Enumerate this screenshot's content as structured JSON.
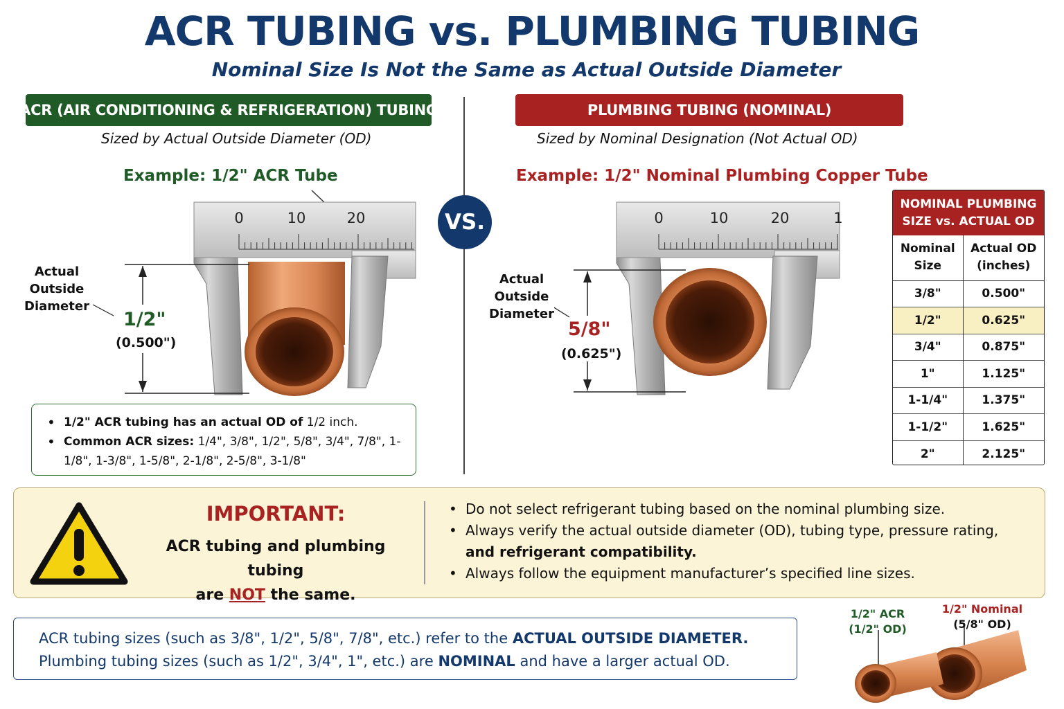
{
  "title": "ACR TUBING vs. PLUMBING TUBING",
  "subtitle": "Nominal Size Is Not the Same as Actual Outside Diameter",
  "vs_label": "VS.",
  "left": {
    "header": "ACR (AIR CONDITIONING & REFRIGERATION) TUBING",
    "sized_by": "Sized by Actual Outside Diameter (OD)",
    "example": "Example: 1/2\" ACR Tube",
    "od_label": [
      "Actual",
      "Outside",
      "Diameter"
    ],
    "size_main": "1/2\"",
    "size_decimal": "(0.500\")",
    "ruler_ticks": [
      "0",
      "10",
      "20"
    ],
    "bullets": [
      {
        "bold": "1/2\" ACR tubing has an actual OD of",
        "text": " 1/2 inch."
      },
      {
        "bold": "Common ACR sizes:",
        "text": " 1/4\", 3/8\", 1/2\", 5/8\", 3/4\", 7/8\", 1-1/8\", 1-3/8\", 1-5/8\", 2-1/8\", 2-5/8\", 3-1/8\""
      }
    ],
    "accent": "#1f5a27"
  },
  "right": {
    "header": "PLUMBING TUBING (NOMINAL)",
    "sized_by": "Sized by Nominal Designation (Not Actual OD)",
    "example": "Example: 1/2\" Nominal Plumbing Copper Tube",
    "od_label": [
      "Actual",
      "Outside",
      "Diameter"
    ],
    "size_main": "5/8\"",
    "size_decimal": "(0.625\")",
    "ruler_ticks": [
      "0",
      "10",
      "20",
      "1"
    ],
    "accent": "#a82222"
  },
  "table": {
    "title": [
      "NOMINAL PLUMBING",
      "SIZE vs. ACTUAL OD"
    ],
    "col1": [
      "Nominal",
      "Size"
    ],
    "col2": [
      "Actual OD",
      "(inches)"
    ],
    "rows": [
      {
        "nominal": "3/8\"",
        "actual": "0.500\""
      },
      {
        "nominal": "1/2\"",
        "actual": "0.625\""
      },
      {
        "nominal": "3/4\"",
        "actual": "0.875\""
      },
      {
        "nominal": "1\"",
        "actual": "1.125\""
      },
      {
        "nominal": "1-1/4\"",
        "actual": "1.375\""
      },
      {
        "nominal": "1-1/2\"",
        "actual": "1.625\""
      },
      {
        "nominal": "2\"",
        "actual": "2.125\""
      }
    ],
    "highlight_color": "#f8efc3"
  },
  "important": {
    "title": "IMPORTANT:",
    "line1": "ACR tubing and plumbing tubing",
    "line2_pre": "are ",
    "line2_not": "NOT",
    "line2_post": " the same.",
    "bullet1": "Do not select refrigerant tubing based on the nominal plumbing size.",
    "bullet2": "Always verify the actual outside diameter (OD), tubing type, pressure rating,",
    "bullet2_b": "and refrigerant compatibility.",
    "bullet3": "Always follow the equipment manufacturer’s specified line sizes."
  },
  "note": {
    "l1_a": "ACR tubing sizes (such as 3/8\", 1/2\", 5/8\", 7/8\", etc.) refer to the ",
    "l1_b": "ACTUAL OUTSIDE DIAMETER.",
    "l2_a": "Plumbing tubing sizes (such as 1/2\", 3/4\", 1\", etc.) are ",
    "l2_b": "NOMINAL",
    "l2_c": " and have a larger actual OD."
  },
  "pipes": {
    "acr_label": "1/2\" ACR",
    "acr_od": "(1/2\" OD)",
    "nom_label": "1/2\" Nominal",
    "nom_od": "(5/8\" OD)"
  },
  "colors": {
    "navy": "#13386b",
    "green": "#1f5a27",
    "red": "#a82222",
    "copper": "#c77645"
  }
}
